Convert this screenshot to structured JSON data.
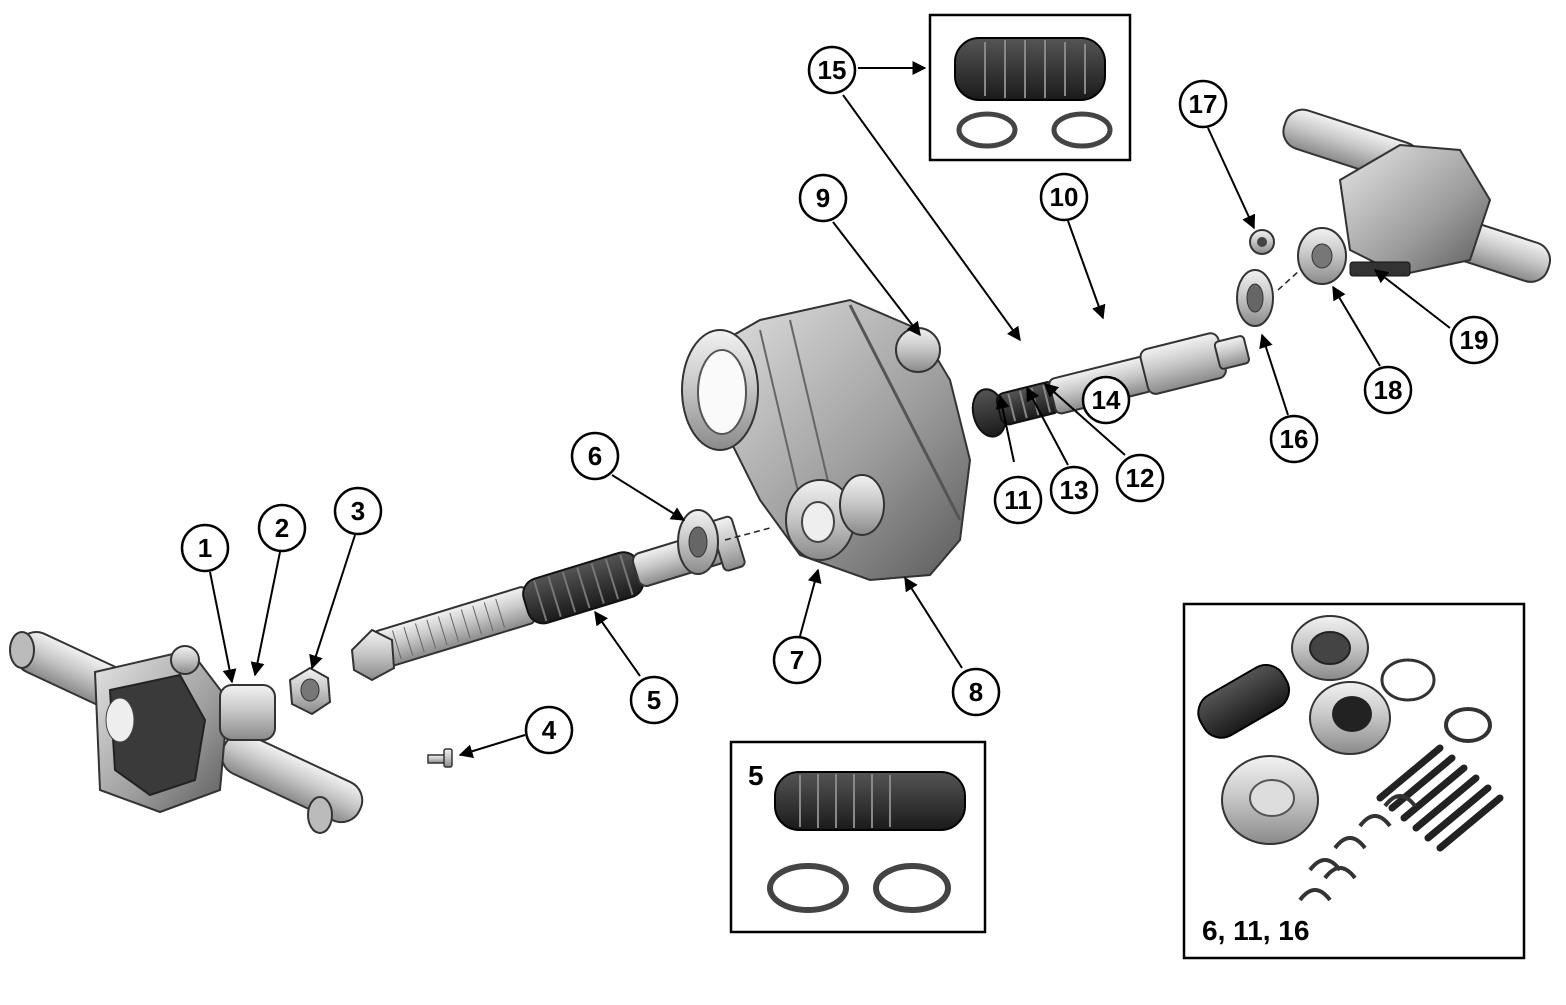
{
  "callouts": [
    {
      "id": "1",
      "label": "1"
    },
    {
      "id": "2",
      "label": "2"
    },
    {
      "id": "3",
      "label": "3"
    },
    {
      "id": "4",
      "label": "4"
    },
    {
      "id": "5",
      "label": "5"
    },
    {
      "id": "6",
      "label": "6"
    },
    {
      "id": "7",
      "label": "7"
    },
    {
      "id": "8",
      "label": "8"
    },
    {
      "id": "9",
      "label": "9"
    },
    {
      "id": "10",
      "label": "10"
    },
    {
      "id": "11",
      "label": "11"
    },
    {
      "id": "12",
      "label": "12"
    },
    {
      "id": "13",
      "label": "13"
    },
    {
      "id": "14",
      "label": "14"
    },
    {
      "id": "15",
      "label": "15"
    },
    {
      "id": "16",
      "label": "16"
    },
    {
      "id": "17",
      "label": "17"
    },
    {
      "id": "18",
      "label": "18"
    },
    {
      "id": "19",
      "label": "19"
    }
  ],
  "insets": {
    "front_boot_kit": {
      "label": "5"
    },
    "cv_joint_kit": {
      "label": "6, 11, 16"
    }
  }
}
